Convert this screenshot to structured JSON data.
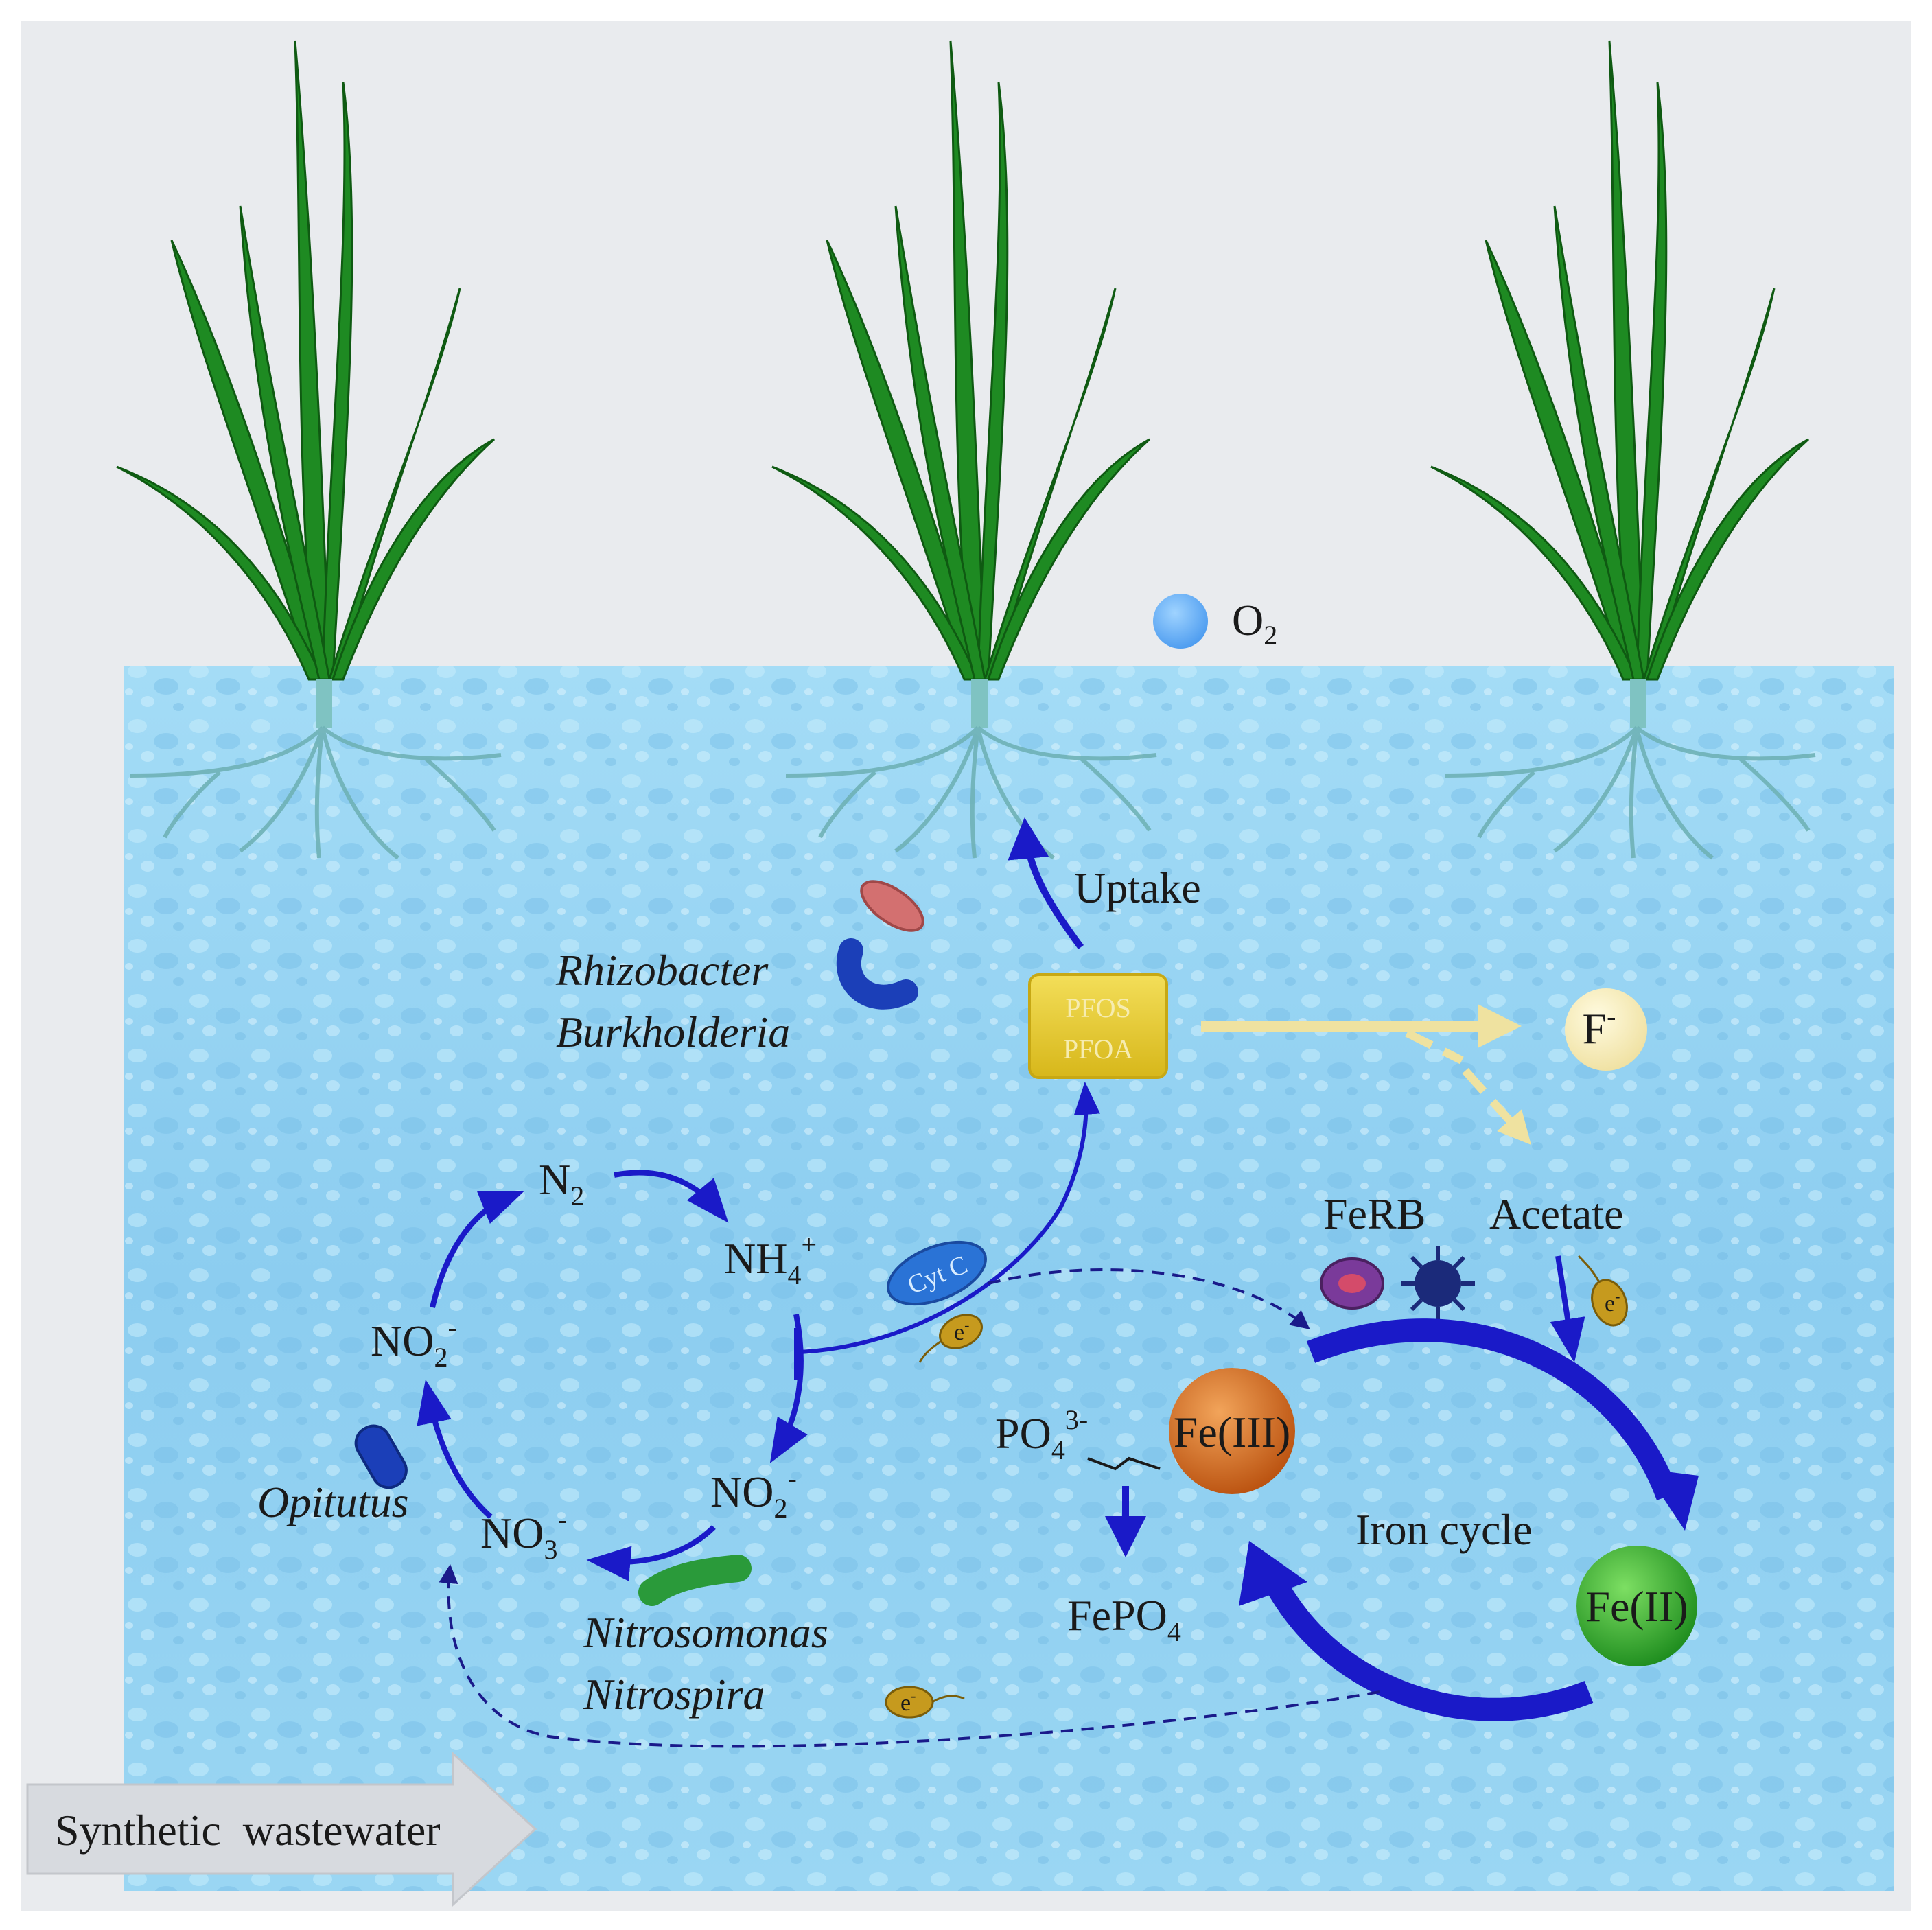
{
  "oxygen": {
    "label": "O",
    "sub": "2"
  },
  "process": {
    "uptake": "Uptake"
  },
  "bacteria": {
    "rhizobacter": "Rhizobacter",
    "burkholderia": "Burkholderia",
    "opitutus": "Opitutus",
    "nitrosomonas": "Nitrosomonas",
    "nitrospira": "Nitrospira",
    "ferb": "FeRB"
  },
  "pollutants": {
    "line1": "PFOS",
    "line2": "PFOA"
  },
  "species": {
    "fluoride": "F",
    "fluoride_charge": "-",
    "acetate": "Acetate",
    "n2": "N",
    "n2_sub": "2",
    "nh4": "NH",
    "nh4_sub": "4",
    "nh4_charge": "+",
    "no2_left": "NO",
    "no2_left_sub": "2",
    "no2_left_charge": "-",
    "no2_bottom": "NO",
    "no2_bottom_sub": "2",
    "no2_bottom_charge": "-",
    "no3": "NO",
    "no3_sub": "3",
    "no3_charge": "-",
    "po4": "PO",
    "po4_sub": "4",
    "po4_charge": "3-",
    "fepo4": "FePO",
    "fepo4_sub": "4",
    "fe3": "Fe(III)",
    "fe2": "Fe(II)"
  },
  "electron": {
    "symbol": "e",
    "charge": "-"
  },
  "cytc": "Cyt C",
  "cycle": {
    "iron": "Iron cycle"
  },
  "inflow": {
    "label": "Synthetic  wastewater"
  },
  "colors": {
    "water": "#8fd0f2",
    "sky": "#e9ebee",
    "arrow": "#1a1ac8",
    "leaf": "#1e8a22",
    "pollutant_box": "#e8cf3a",
    "fe3": "#d96a1c",
    "fe2": "#2faa2a"
  }
}
